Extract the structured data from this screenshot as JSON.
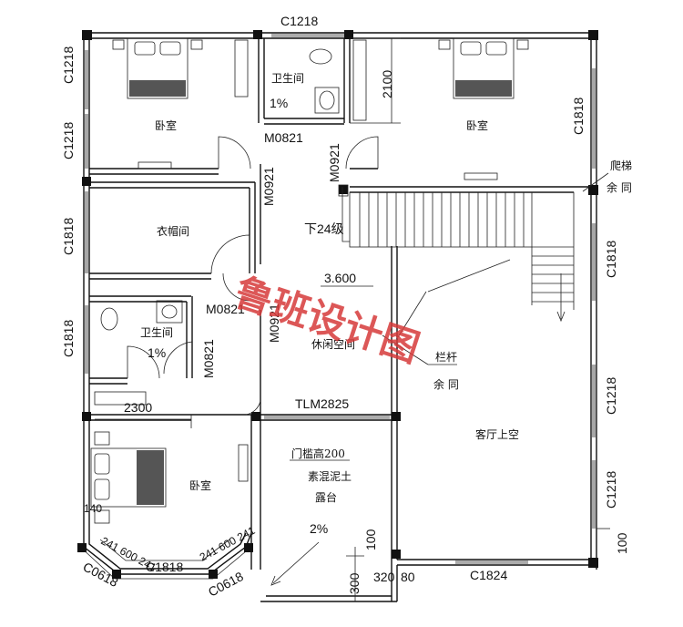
{
  "colors": {
    "watermark": "#d63a3a",
    "line": "#111111",
    "background": "#ffffff"
  },
  "watermark": {
    "text": "鲁班设计图"
  },
  "window_labels": {
    "top_center": "C1218",
    "left_upper": "C1218",
    "left_upper2": "C1218",
    "left_mid": "C1818",
    "left_lower": "C1818",
    "right_upper": "C1818",
    "right_mid": "C1818",
    "right_lower1": "C1218",
    "right_lower2": "C1218",
    "bottom_right": "C1824",
    "bay_front": "C1818",
    "bay_left": "C0618",
    "bay_right": "C0618"
  },
  "door_labels": {
    "bath_top": "M0821",
    "hall_left": "M0921",
    "hall_right": "M0921",
    "closet": "M0821",
    "hall_mid": "M0921",
    "bath_left": "M0821",
    "sliding": "TLM2825"
  },
  "rooms": {
    "bedroom_nw": "卧室",
    "bedroom_ne": "卧室",
    "bathroom_top": "卫生间",
    "walkin_closet": "衣帽间",
    "bathroom_left": "卫生间",
    "leisure_space": "休闲空间",
    "bedroom_sw": "卧室",
    "living_void": "客厅上空",
    "terrace_line1": "素混泥土",
    "terrace_line2": "露台"
  },
  "annotations": {
    "bath_top_slope": "1%",
    "bath_left_slope": "1%",
    "terrace_slope": "2%",
    "stairs_down": "下24级",
    "stair_level": "3.600",
    "railing_line1": "栏杆",
    "railing_line2": "余 同",
    "handrail_line1": "爬梯",
    "handrail_line2": "余 同",
    "door_sill": "门槛高200",
    "dim_2100": "2100",
    "dim_2300": "2300",
    "dim_100_right": "100",
    "dim_100_bottom": "100",
    "dim_300": "300",
    "dim_320": "320",
    "dim_80": "80",
    "bay_dims_left": "241 600 241",
    "bay_dims_right": "241 600 241",
    "bay_sill": "140"
  }
}
